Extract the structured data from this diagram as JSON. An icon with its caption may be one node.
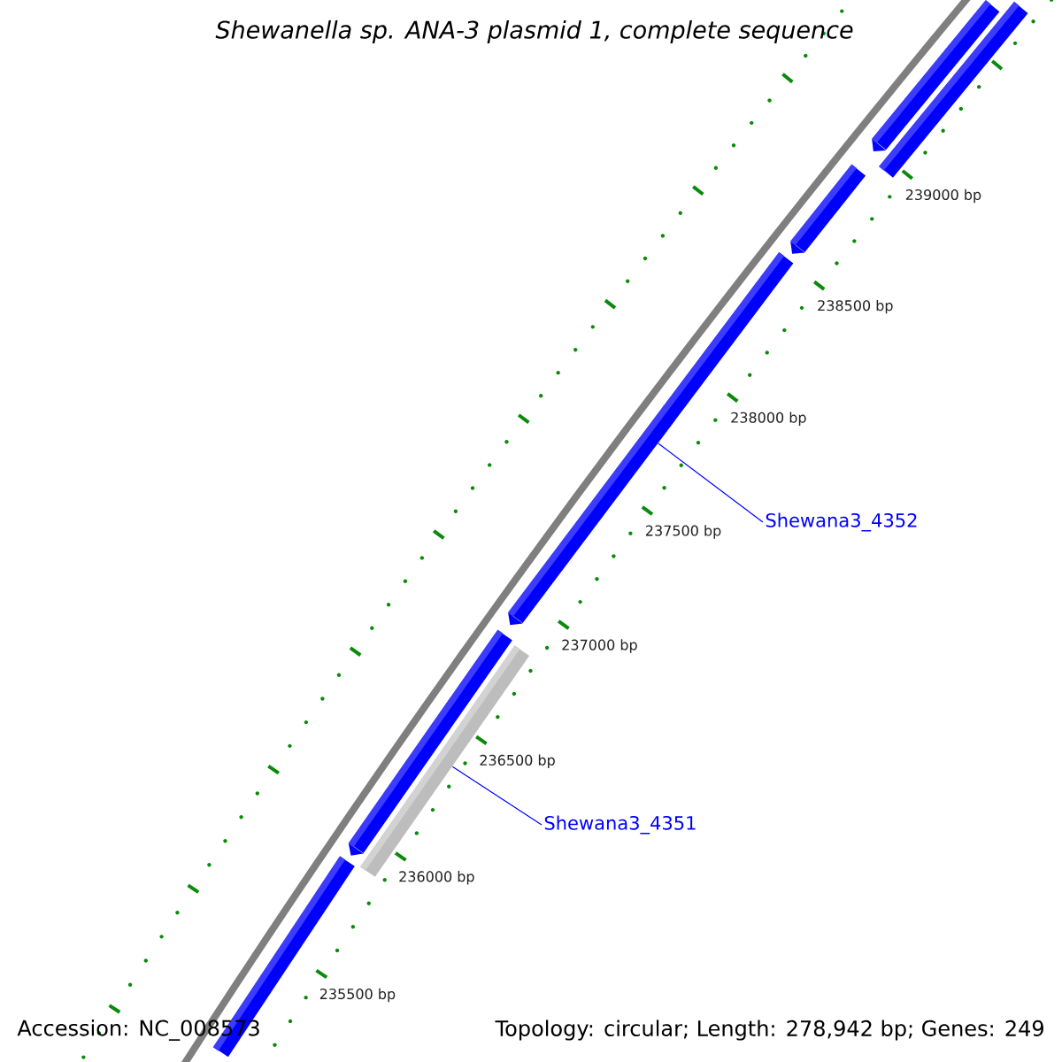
{
  "diagram": {
    "title": "Shewanella sp. ANA-3 plasmid 1, complete sequence",
    "nodes": [
      {
        "text": [],
        "shape": "bar"
      },
      {
        "text": [],
        "shape": "bar"
      },
      {
        "text": [],
        "shape": "bar"
      },
      {
        "text": [],
        "shape": "bar"
      },
      {
        "text": [
          "Shewana3_4352"
        ]
      },
      {
        "text": [],
        "shape": "bar"
      },
      {
        "text": [],
        "shape": "bar"
      },
      {
        "text": [
          "Shewana3_4351"
        ]
      },
      {
        "text": [],
        "shape": "bar"
      }
    ],
    "edges": [
      {
        "from": 4,
        "to": 3,
        "arrow": "none"
      },
      {
        "from": 7,
        "to": 6,
        "arrow": "none"
      }
    ],
    "labels": [
      "239000 bp",
      "238500 bp",
      "238000 bp",
      "237500 bp",
      "237000 bp",
      "236500 bp",
      "236000 bp",
      "235500 bp",
      "Accession: NC_008573",
      "Topology: circular; Length: 278,942 bp; Genes: 249"
    ]
  }
}
